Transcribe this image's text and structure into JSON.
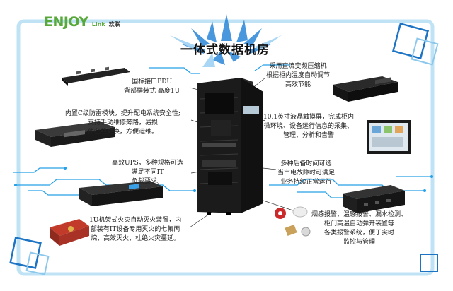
{
  "logo": {
    "main": "ENJOY",
    "sub": "Link",
    "cn": "欢联"
  },
  "title": "一体式数据机房",
  "features": {
    "pdu": [
      "国标接口PDU",
      "背部横装式 高度1U"
    ],
    "module": [
      "内置C级防雷模块，提升配电系统安全性;",
      "支持手动维修旁路，易损",
      "件在线更换，方便运维。"
    ],
    "ups": [
      "高效UPS，多种规格可选",
      "满足不同IT",
      "负载要求。"
    ],
    "fire": [
      "1U机架式火灾自动灭火装置，内",
      "部装有IT设备专用灭火的七氟丙",
      "烷，高效灭火，杜绝火灾蔓延。"
    ],
    "ac": [
      "采用直流变频压缩机",
      "根据柜内温度自动调节",
      "高效节能"
    ],
    "lcd": [
      "10.1英寸液晶触摸屏，完成柜内",
      "微环境、设备运行信息的采集、",
      "管理、分析和告警"
    ],
    "battery": [
      "多种后备时间可选",
      "当市电故障时可满足",
      "业务持续正常运行"
    ],
    "alarm": [
      "烟感报警、温感报警、漏水检测、",
      "柜门高温自动弹开装置等",
      "各类报警系统，便于实时",
      "监控与管理"
    ]
  }
}
